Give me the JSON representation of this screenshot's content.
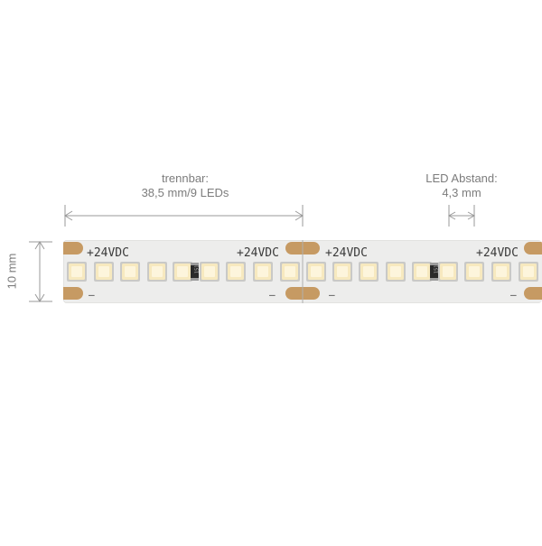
{
  "dimensions": {
    "cut_label_line1": "trennbar:",
    "cut_label_line2": "38,5 mm/9 LEDs",
    "pitch_label_line1": "LED Abstand:",
    "pitch_label_line2": "4,3 mm",
    "height_label": "10 mm"
  },
  "strip": {
    "voltage_label": "+24VDC",
    "minus_label": "–",
    "resistor_label": "151",
    "colors": {
      "pcb": "#ededec",
      "pcb_edge": "#d6d6d4",
      "pad": "#c69a63",
      "led_frame": "#c9c9c7",
      "led_body": "#f7e9bf",
      "led_center": "#fdf5dc",
      "text": "#3a3a3a",
      "dimension": "#9a9a9a"
    }
  }
}
